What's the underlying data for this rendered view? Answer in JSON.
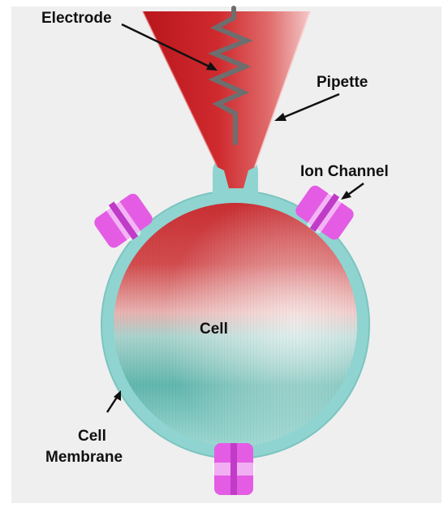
{
  "labels": {
    "electrode": "Electrode",
    "pipette": "Pipette",
    "ion_channel": "Ion Channel",
    "cell": "Cell",
    "cell_membrane_line1": "Cell",
    "cell_membrane_line2": "Membrane"
  },
  "colors": {
    "background": "#efefef",
    "pipette_red": "#c8282c",
    "cell_red": "#cc3a3a",
    "membrane_teal": "#8fd4d0",
    "ion_channel_magenta": "#e45ce4",
    "electrode_wire": "#6e6e6e",
    "arrow": "#111111"
  }
}
